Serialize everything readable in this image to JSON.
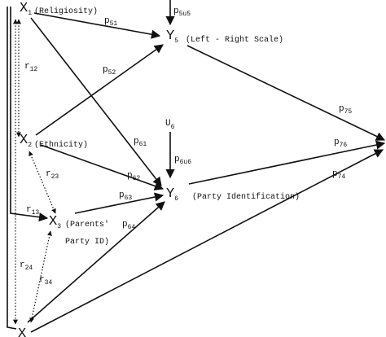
{
  "nodes": {
    "x1": {
      "sym": "X",
      "sub": "1",
      "desc": "(Religiosity)"
    },
    "x2": {
      "sym": "X",
      "sub": "2",
      "desc": "(Ethnicity)"
    },
    "x3": {
      "sym": "X",
      "sub": "3",
      "desc": "(Parents'",
      "desc2": "Party ID)"
    },
    "x4": {
      "sym": "X"
    },
    "y5": {
      "sym": "Y",
      "sub": "5",
      "desc": "(Left - Right Scale)"
    },
    "y6": {
      "sym": "Y",
      "sub": "6",
      "desc": "(Party Identification)"
    },
    "u5": {
      "sym": "",
      "sub": ""
    },
    "u6": {
      "sym": "U",
      "sub": "6"
    }
  },
  "coefficients": {
    "p51": {
      "sym": "p",
      "sub": "51"
    },
    "p52": {
      "sym": "p",
      "sub": "52"
    },
    "p5u5": {
      "sym": "p",
      "sub": "5u5"
    },
    "p6u6": {
      "sym": "p",
      "sub": "6u6"
    },
    "p61": {
      "sym": "p",
      "sub": "61"
    },
    "p62": {
      "sym": "p",
      "sub": "62"
    },
    "p63": {
      "sym": "p",
      "sub": "63"
    },
    "p64": {
      "sym": "p",
      "sub": "64"
    },
    "p75": {
      "sym": "p",
      "sub": "75"
    },
    "p76": {
      "sym": "p",
      "sub": "76"
    },
    "p74": {
      "sym": "p",
      "sub": "74"
    },
    "r12": {
      "sym": "r",
      "sub": "12"
    },
    "r13": {
      "sym": "r",
      "sub": "13"
    },
    "r23": {
      "sym": "r",
      "sub": "23"
    },
    "r24": {
      "sym": "r",
      "sub": "24"
    },
    "r34": {
      "sym": "r",
      "sub": "34"
    }
  }
}
